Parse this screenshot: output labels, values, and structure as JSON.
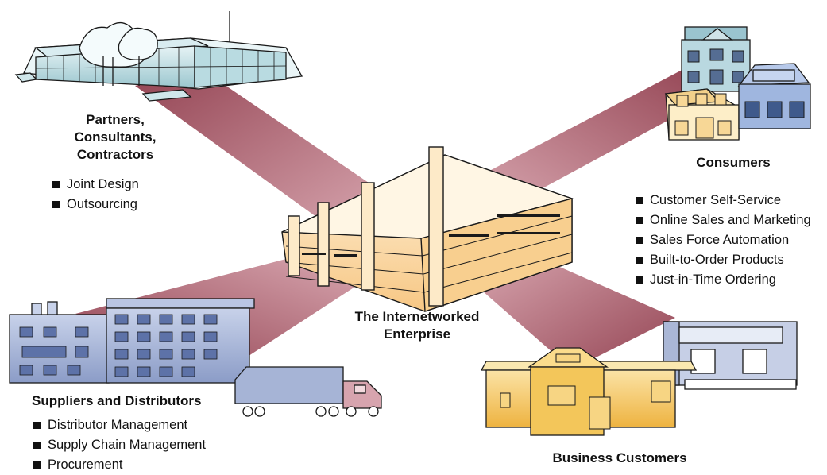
{
  "center": {
    "title_line1": "The Internetworked",
    "title_line2": "Enterprise"
  },
  "partners": {
    "title_line1": "Partners,",
    "title_line2": "Consultants,",
    "title_line3": "Contractors",
    "items": [
      "Joint Design",
      "Outsourcing"
    ]
  },
  "consumers": {
    "title": "Consumers",
    "items": [
      "Customer Self-Service",
      "Online Sales and Marketing",
      "Sales Force Automation",
      "Built-to-Order Products",
      "Just-in-Time Ordering"
    ]
  },
  "suppliers": {
    "title": "Suppliers and Distributors",
    "items": [
      "Distributor Management",
      "Supply Chain Management",
      "Procurement"
    ]
  },
  "business": {
    "title": "Business Customers"
  },
  "colors": {
    "beam": "#9a4655",
    "enterprise_fill": "#fde3b4",
    "partner_fill": "#cfe6ea",
    "supplier_fill": "#aab7d6",
    "business_fill": "#f6c968",
    "outline": "#1a1a1a"
  }
}
